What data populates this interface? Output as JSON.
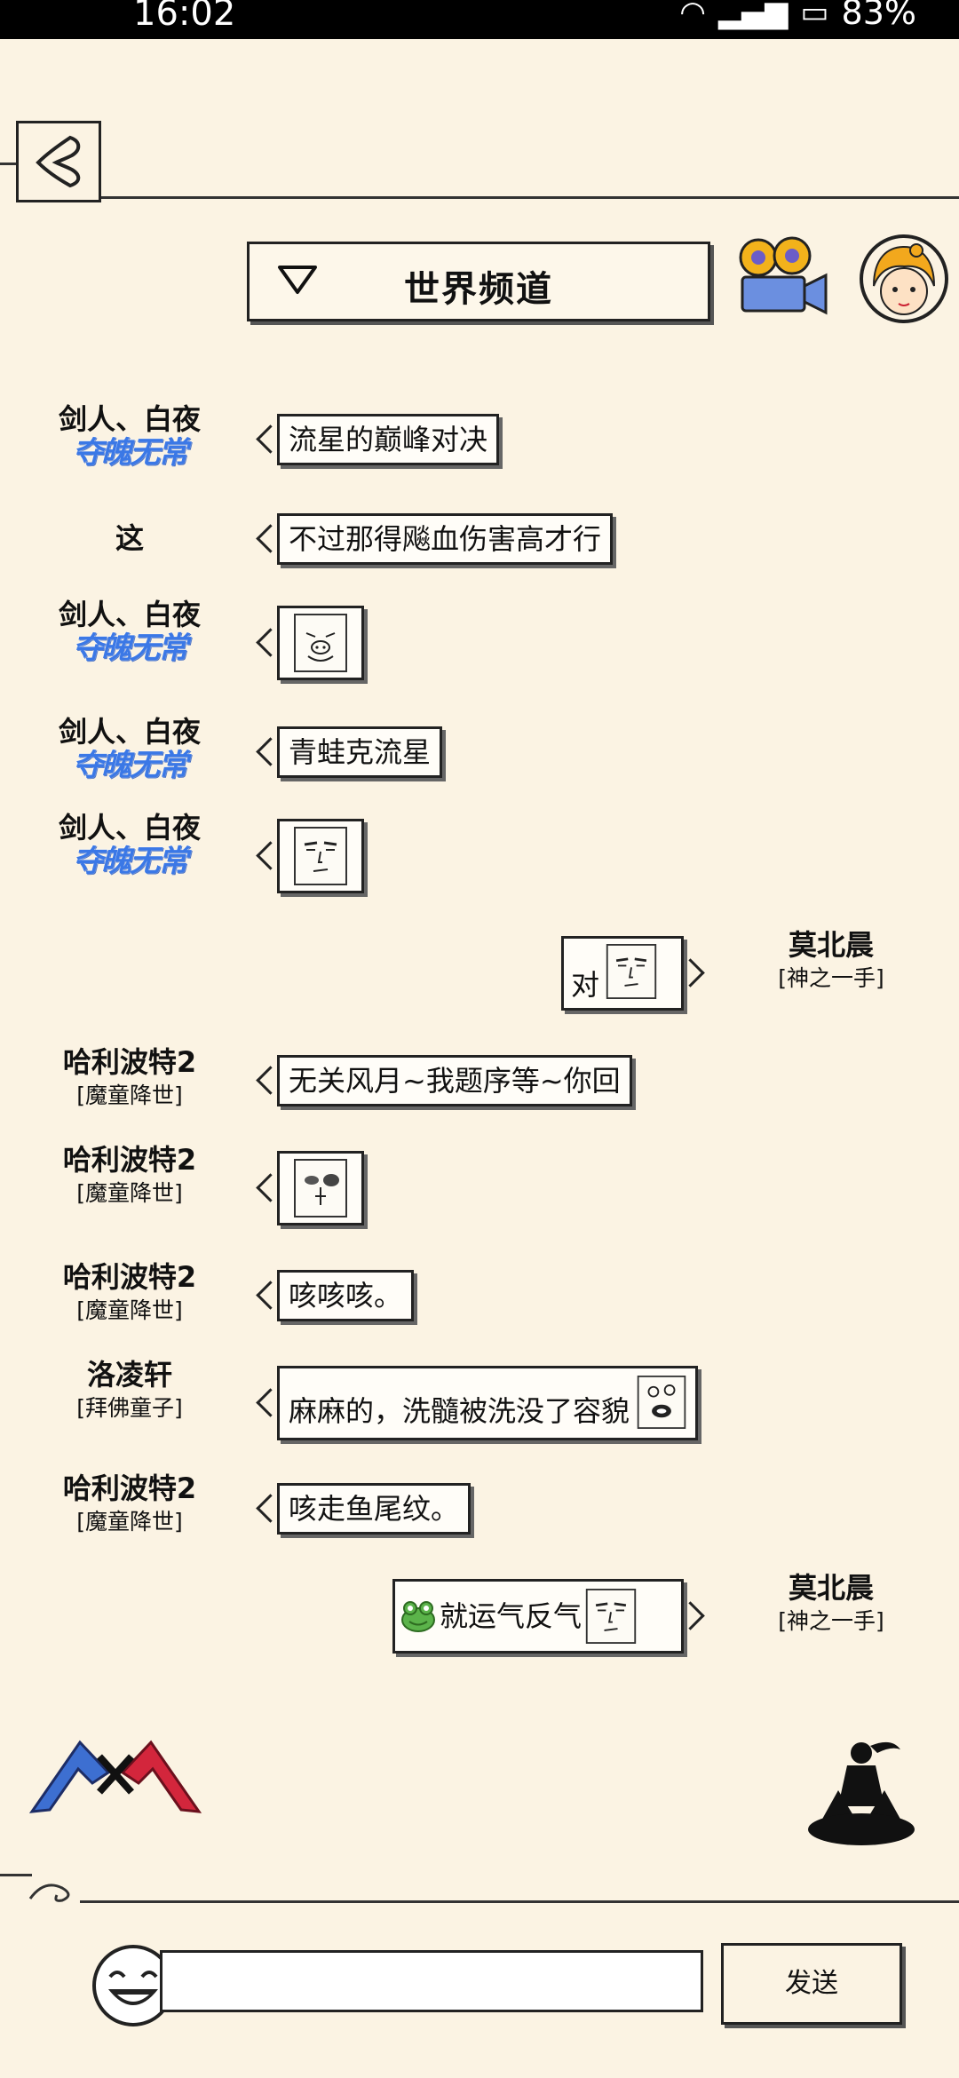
{
  "status_bar": {
    "time": "16:02",
    "battery": "83%"
  },
  "header": {
    "channel_title": "世界频道"
  },
  "messages": [
    {
      "sender": "剑人、白夜",
      "badge": "夺魄无常",
      "text": "流星的巅峰对决"
    },
    {
      "sender": "这",
      "text": "不过那得飚血伤害高才行"
    },
    {
      "sender": "剑人、白夜",
      "badge": "夺魄无常",
      "sticker": "pig-face-sticker"
    },
    {
      "sender": "剑人、白夜",
      "badge": "夺魄无常",
      "text": "青蛙克流星"
    },
    {
      "sender": "剑人、白夜",
      "badge": "夺魄无常",
      "sticker": "smug-face-sticker"
    },
    {
      "sender": "莫北晨",
      "title": "[神之一手]",
      "text": "对",
      "sticker": "smug-face-sticker",
      "side": "right"
    },
    {
      "sender": "哈利波特2",
      "title": "[魔童降世]",
      "text": "无关风月~我题序等~你回"
    },
    {
      "sender": "哈利波特2",
      "title": "[魔童降世]",
      "sticker": "bruised-face-sticker"
    },
    {
      "sender": "哈利波特2",
      "title": "[魔童降世]",
      "text": "咳咳咳。"
    },
    {
      "sender": "洛凌轩",
      "title": "[拜佛童子]",
      "text": "麻麻的，洗髓被洗没了容貌",
      "sticker": "dizzy-face-sticker"
    },
    {
      "sender": "哈利波特2",
      "title": "[魔童降世]",
      "text": "咳走鱼尾纹。"
    },
    {
      "sender": "莫北晨",
      "title": "[神之一手]",
      "text": "就运气反气",
      "sticker": "smug-face-sticker",
      "prefix_icon": "frog-emoji",
      "side": "right"
    }
  ],
  "composer": {
    "input_value": "",
    "send_label": "发送"
  }
}
